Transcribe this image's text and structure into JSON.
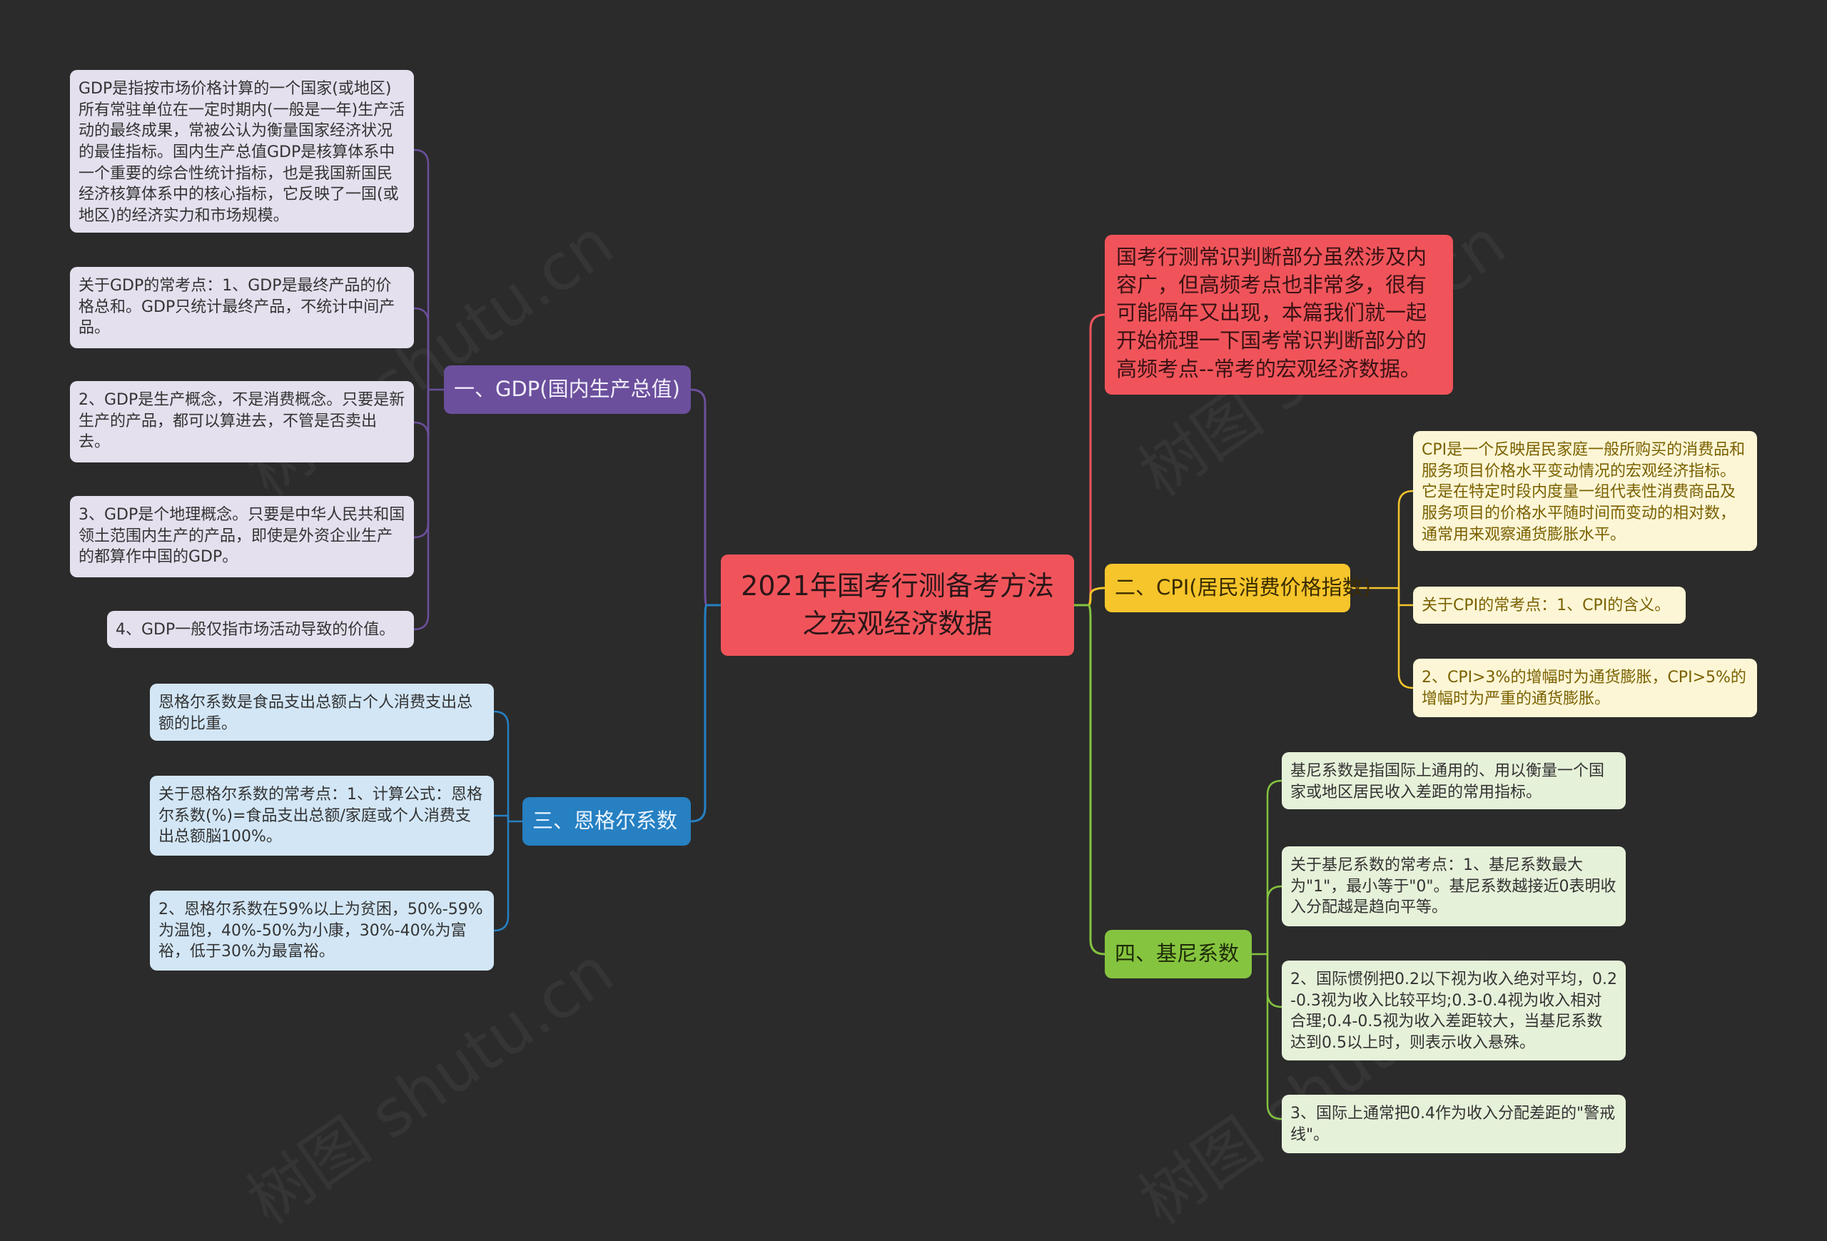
{
  "root": {
    "title": "2021年国考行测备考方法之宏观经济数据"
  },
  "intro": {
    "text": "国考行测常识判断部分虽然涉及内容广，但高频考点也非常多，很有可能隔年又出现，本篇我们就一起开始梳理一下国考常识判断部分的高频考点--常考的宏观经济数据。"
  },
  "branches": {
    "gdp": {
      "label": "一、GDP(国内生产总值)",
      "color": "#6b4f9c",
      "items": [
        "GDP是指按市场价格计算的一个国家(或地区)所有常驻单位在一定时期内(一般是一年)生产活动的最终成果，常被公认为衡量国家经济状况的最佳指标。国内生产总值GDP是核算体系中一个重要的综合性统计指标，也是我国新国民经济核算体系中的核心指标，它反映了一国(或地区)的经济实力和市场规模。",
        "关于GDP的常考点：1、GDP是最终产品的价格总和。GDP只统计最终产品，不统计中间产品。",
        "2、GDP是生产概念，不是消费概念。只要是新生产的产品，都可以算进去，不管是否卖出去。",
        "3、GDP是个地理概念。只要是中华人民共和国领土范围内生产的产品，即使是外资企业生产的都算作中国的GDP。",
        "4、GDP一般仅指市场活动导致的价值。"
      ]
    },
    "engel": {
      "label": "三、恩格尔系数",
      "color": "#2680c2",
      "items": [
        "恩格尔系数是食品支出总额占个人消费支出总额的比重。",
        "关于恩格尔系数的常考点：1、计算公式：恩格尔系数(%)=食品支出总额/家庭或个人消费支出总额脳100%。",
        "2、恩格尔系数在59%以上为贫困，50%-59%为温饱，40%-50%为小康，30%-40%为富裕，低于30%为最富裕。"
      ]
    },
    "cpi": {
      "label": "二、CPI(居民消费价格指数)",
      "color": "#f6c52b",
      "items": [
        "CPI是一个反映居民家庭一般所购买的消费品和服务项目价格水平变动情况的宏观经济指标。它是在特定时段内度量一组代表性消费商品及服务项目的价格水平随时间而变动的相对数，通常用来观察通货膨胀水平。",
        "关于CPI的常考点：1、CPI的含义。",
        "2、CPI>3%的增幅时为通货膨胀，CPI>5%的增幅时为严重的通货膨胀。"
      ]
    },
    "gini": {
      "label": "四、基尼系数",
      "color": "#85c43f",
      "items": [
        "基尼系数是指国际上通用的、用以衡量一个国家或地区居民收入差距的常用指标。",
        "关于基尼系数的常考点：1、基尼系数最大为\"1\"，最小等于\"0\"。基尼系数越接近0表明收入分配越是趋向平等。",
        "2、国际惯例把0.2以下视为收入绝对平均，0.2-0.3视为收入比较平均;0.3-0.4视为收入相对合理;0.4-0.5视为收入差距较大，当基尼系数达到0.5以上时，则表示收入悬殊。",
        "3、国际上通常把0.4作为收入分配差距的\"警戒线\"。"
      ]
    }
  },
  "colors": {
    "background": "#2b2b2b",
    "root": "#f0545a"
  }
}
